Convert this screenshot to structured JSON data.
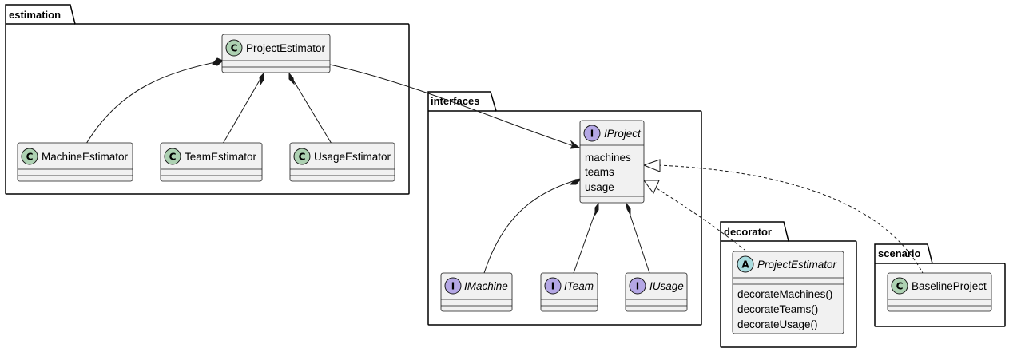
{
  "colors": {
    "class_fill": "#f1f1f1",
    "border": "#181818",
    "class_glyph": "#add1b2",
    "interface_glyph": "#b4a7e5",
    "abstract_glyph": "#a9dcdf"
  },
  "packages": {
    "estimation": {
      "name": "estimation"
    },
    "interfaces": {
      "name": "interfaces"
    },
    "decorator": {
      "name": "decorator"
    },
    "scenario": {
      "name": "scenario"
    }
  },
  "classes": {
    "project_estimator": {
      "name": "ProjectEstimator",
      "stereotype": "C",
      "members": []
    },
    "machine_estimator": {
      "name": "MachineEstimator",
      "stereotype": "C",
      "members": []
    },
    "team_estimator": {
      "name": "TeamEstimator",
      "stereotype": "C",
      "members": []
    },
    "usage_estimator": {
      "name": "UsageEstimator",
      "stereotype": "C",
      "members": []
    },
    "iproject": {
      "name": "IProject",
      "stereotype": "I",
      "members": [
        "machines",
        "teams",
        "usage"
      ]
    },
    "imachine": {
      "name": "IMachine",
      "stereotype": "I",
      "members": []
    },
    "iteam": {
      "name": "ITeam",
      "stereotype": "I",
      "members": []
    },
    "iusage": {
      "name": "IUsage",
      "stereotype": "I",
      "members": []
    },
    "decorator_project_estimator": {
      "name": "ProjectEstimator",
      "stereotype": "A",
      "members": [
        "decorateMachines()",
        "decorateTeams()",
        "decorateUsage()"
      ]
    },
    "baseline_project": {
      "name": "BaselineProject",
      "stereotype": "C",
      "members": []
    }
  },
  "relations": [
    {
      "from": "ProjectEstimator",
      "to": "MachineEstimator",
      "kind": "composition"
    },
    {
      "from": "ProjectEstimator",
      "to": "TeamEstimator",
      "kind": "composition"
    },
    {
      "from": "ProjectEstimator",
      "to": "UsageEstimator",
      "kind": "composition"
    },
    {
      "from": "ProjectEstimator",
      "to": "IProject",
      "kind": "association"
    },
    {
      "from": "IProject",
      "to": "IMachine",
      "kind": "composition"
    },
    {
      "from": "IProject",
      "to": "ITeam",
      "kind": "composition"
    },
    {
      "from": "IProject",
      "to": "IUsage",
      "kind": "composition"
    },
    {
      "from": "ProjectEstimator (decorator)",
      "to": "IProject",
      "kind": "realization"
    },
    {
      "from": "BaselineProject",
      "to": "IProject",
      "kind": "realization"
    }
  ]
}
